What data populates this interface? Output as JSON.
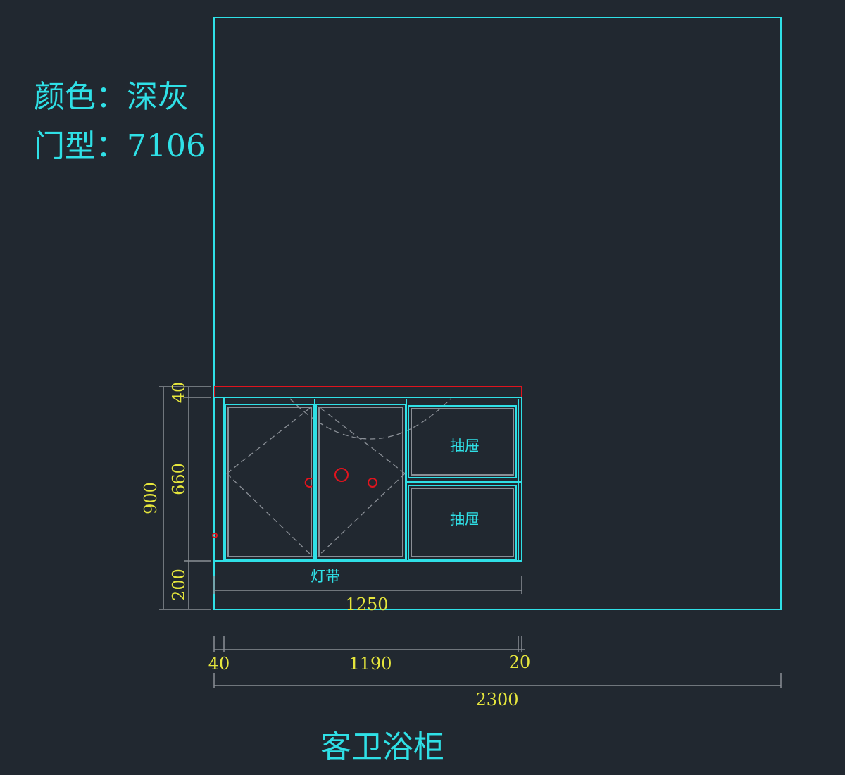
{
  "info": {
    "color_line": "颜色：深灰",
    "door_line": "门型：7106"
  },
  "labels": {
    "drawer_top": "抽屉",
    "drawer_bottom": "抽屉",
    "light_strip": "灯带",
    "title": "客卫浴柜"
  },
  "dimensions": {
    "total_height": "900",
    "countertop": "40",
    "cabinet_height": "660",
    "bottom_gap": "200",
    "cabinet_width": "1250",
    "left_panel": "40",
    "door_span": "1190",
    "right_panel": "20",
    "wall_width": "2300"
  },
  "colors": {
    "lines": "#2fe0e6",
    "dimensions": "#e6e63c",
    "countertop": "#e0141e",
    "background": "#212830"
  }
}
